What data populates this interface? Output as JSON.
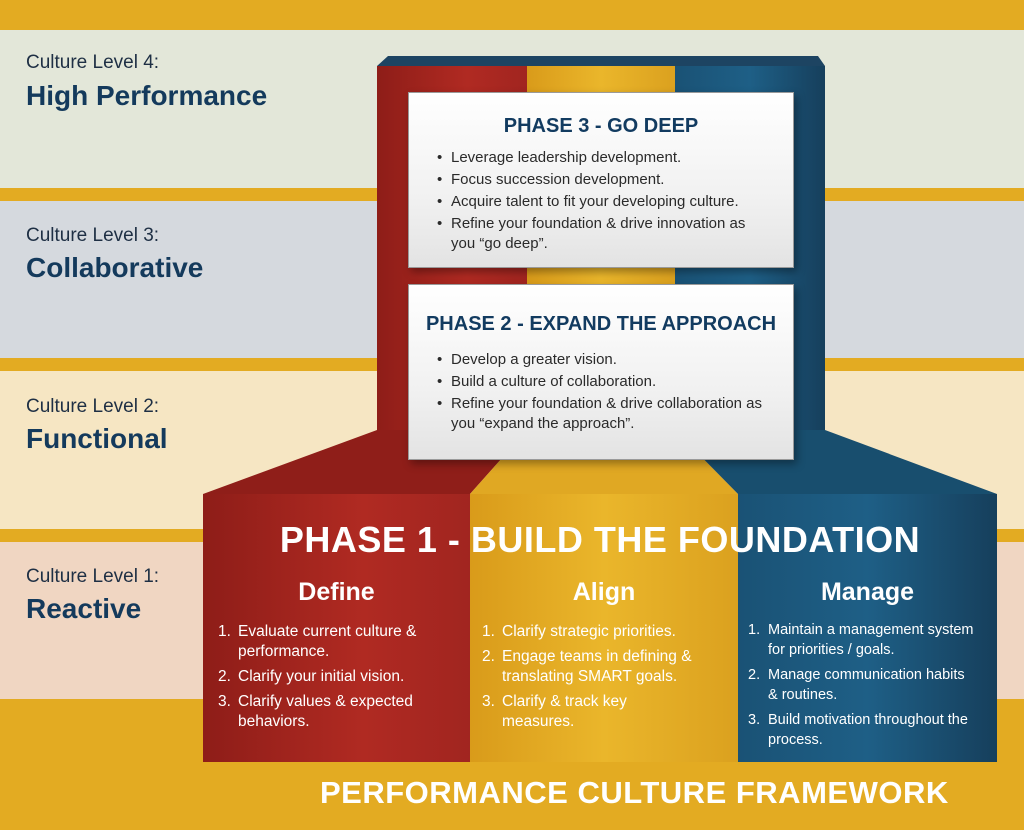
{
  "levels": [
    {
      "caption": "Culture Level 4:",
      "name": "High Performance"
    },
    {
      "caption": "Culture Level 3:",
      "name": "Collaborative"
    },
    {
      "caption": "Culture Level 2:",
      "name": "Functional"
    },
    {
      "caption": "Culture Level 1:",
      "name": "Reactive"
    }
  ],
  "phase3": {
    "title": "PHASE 3 - GO DEEP",
    "items": [
      "Leverage leadership development.",
      "Focus succession development.",
      "Acquire talent to fit your developing culture.",
      "Refine your foundation & drive innovation as you “go deep”."
    ]
  },
  "phase2": {
    "title": "PHASE 2 - EXPAND THE APPROACH",
    "items": [
      "Develop a greater vision.",
      "Build a culture of collaboration.",
      "Refine your foundation & drive collaboration as you “expand the approach”."
    ]
  },
  "phase1": {
    "title": "PHASE 1 - BUILD THE FOUNDATION",
    "columns": [
      {
        "heading": "Define",
        "items": [
          "Evaluate current culture & performance.",
          "Clarify your initial vision.",
          "Clarify values & expected behaviors."
        ]
      },
      {
        "heading": "Align",
        "items": [
          "Clarify strategic priorities.",
          "Engage teams in defining & translating SMART goals.",
          "Clarify & track key measures."
        ]
      },
      {
        "heading": "Manage",
        "items": [
          "Maintain a management system for priorities / goals.",
          "Manage communication habits & routines.",
          "Build motivation throughout the process."
        ]
      }
    ]
  },
  "bullet": "•",
  "numbers": [
    "1.",
    "2.",
    "3."
  ],
  "footer": "PERFORMANCE CULTURE FRAMEWORK",
  "colors": {
    "red": "#a8261f",
    "gold": "#e3ab22",
    "blue": "#1b5678",
    "navy": "#143a5c"
  }
}
